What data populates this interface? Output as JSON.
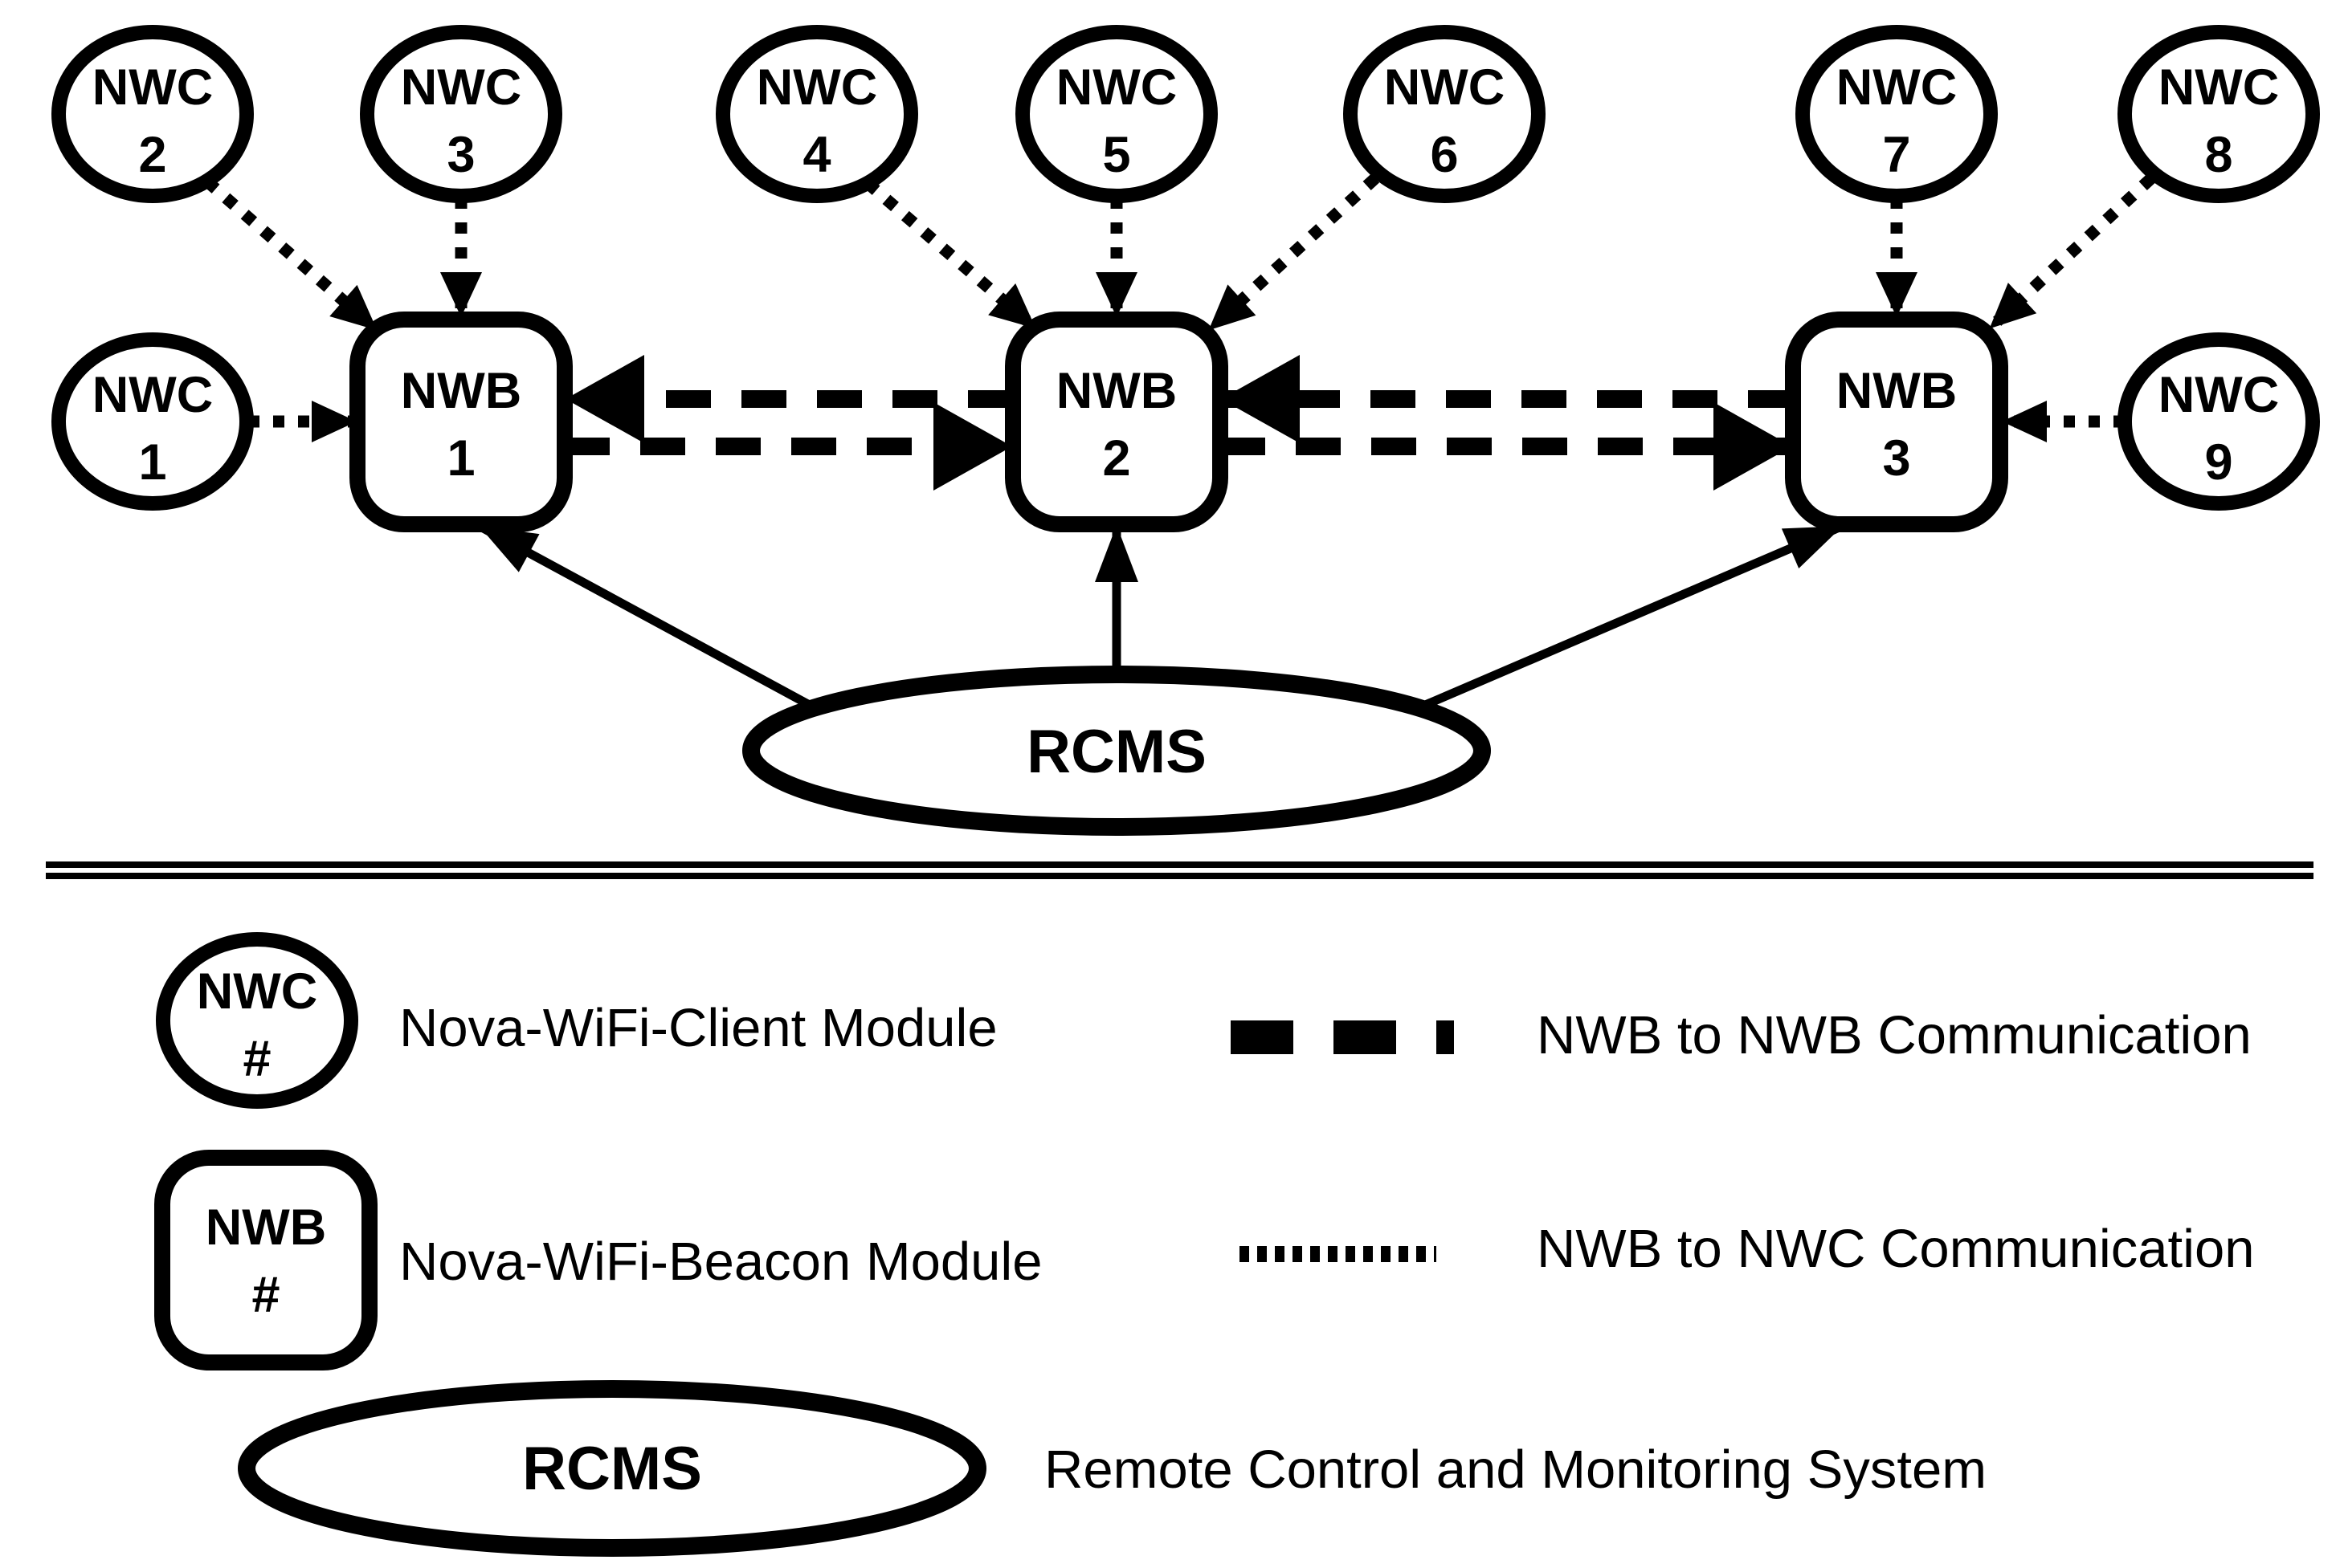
{
  "figure": {
    "background": "#ffffff",
    "ink": "#000000"
  },
  "diagram": {
    "nwc_nodes": [
      {
        "label": "NWC",
        "number": "1"
      },
      {
        "label": "NWC",
        "number": "2"
      },
      {
        "label": "NWC",
        "number": "3"
      },
      {
        "label": "NWC",
        "number": "4"
      },
      {
        "label": "NWC",
        "number": "5"
      },
      {
        "label": "NWC",
        "number": "6"
      },
      {
        "label": "NWC",
        "number": "7"
      },
      {
        "label": "NWC",
        "number": "8"
      },
      {
        "label": "NWC",
        "number": "9"
      }
    ],
    "nwb_nodes": [
      {
        "label": "NWB",
        "number": "1"
      },
      {
        "label": "NWB",
        "number": "2"
      },
      {
        "label": "NWB",
        "number": "3"
      }
    ],
    "rcms_label": "RCMS",
    "connections": {
      "nwc_to_nwb_dotted": [
        [
          "NWC 1",
          "NWB 1"
        ],
        [
          "NWC 2",
          "NWB 1"
        ],
        [
          "NWC 3",
          "NWB 1"
        ],
        [
          "NWC 4",
          "NWB 2"
        ],
        [
          "NWC 5",
          "NWB 2"
        ],
        [
          "NWC 6",
          "NWB 2"
        ],
        [
          "NWC 7",
          "NWB 3"
        ],
        [
          "NWC 8",
          "NWB 3"
        ],
        [
          "NWC 9",
          "NWB 3"
        ]
      ],
      "nwb_to_nwb_dashed": [
        [
          "NWB 2",
          "NWB 1"
        ],
        [
          "NWB 1",
          "NWB 2"
        ],
        [
          "NWB 3",
          "NWB 2"
        ],
        [
          "NWB 2",
          "NWB 3"
        ]
      ],
      "rcms_to_nwb_solid": [
        [
          "RCMS",
          "NWB 1"
        ],
        [
          "RCMS",
          "NWB 2"
        ],
        [
          "RCMS",
          "NWB 3"
        ]
      ]
    }
  },
  "legend": {
    "client": {
      "symbol_label": "NWC",
      "symbol_number": "#",
      "description": "Nova-WiFi-Client Module"
    },
    "beacon": {
      "symbol_label": "NWB",
      "symbol_number": "#",
      "description": "Nova-WiFi-Beacon Module"
    },
    "rcms": {
      "symbol_label": "RCMS",
      "description": "Remote Control and Monitoring System"
    },
    "nwb_to_nwb": {
      "description": "NWB to NWB Communication"
    },
    "nwb_to_nwc": {
      "description": "NWB to NWC Communication"
    }
  }
}
